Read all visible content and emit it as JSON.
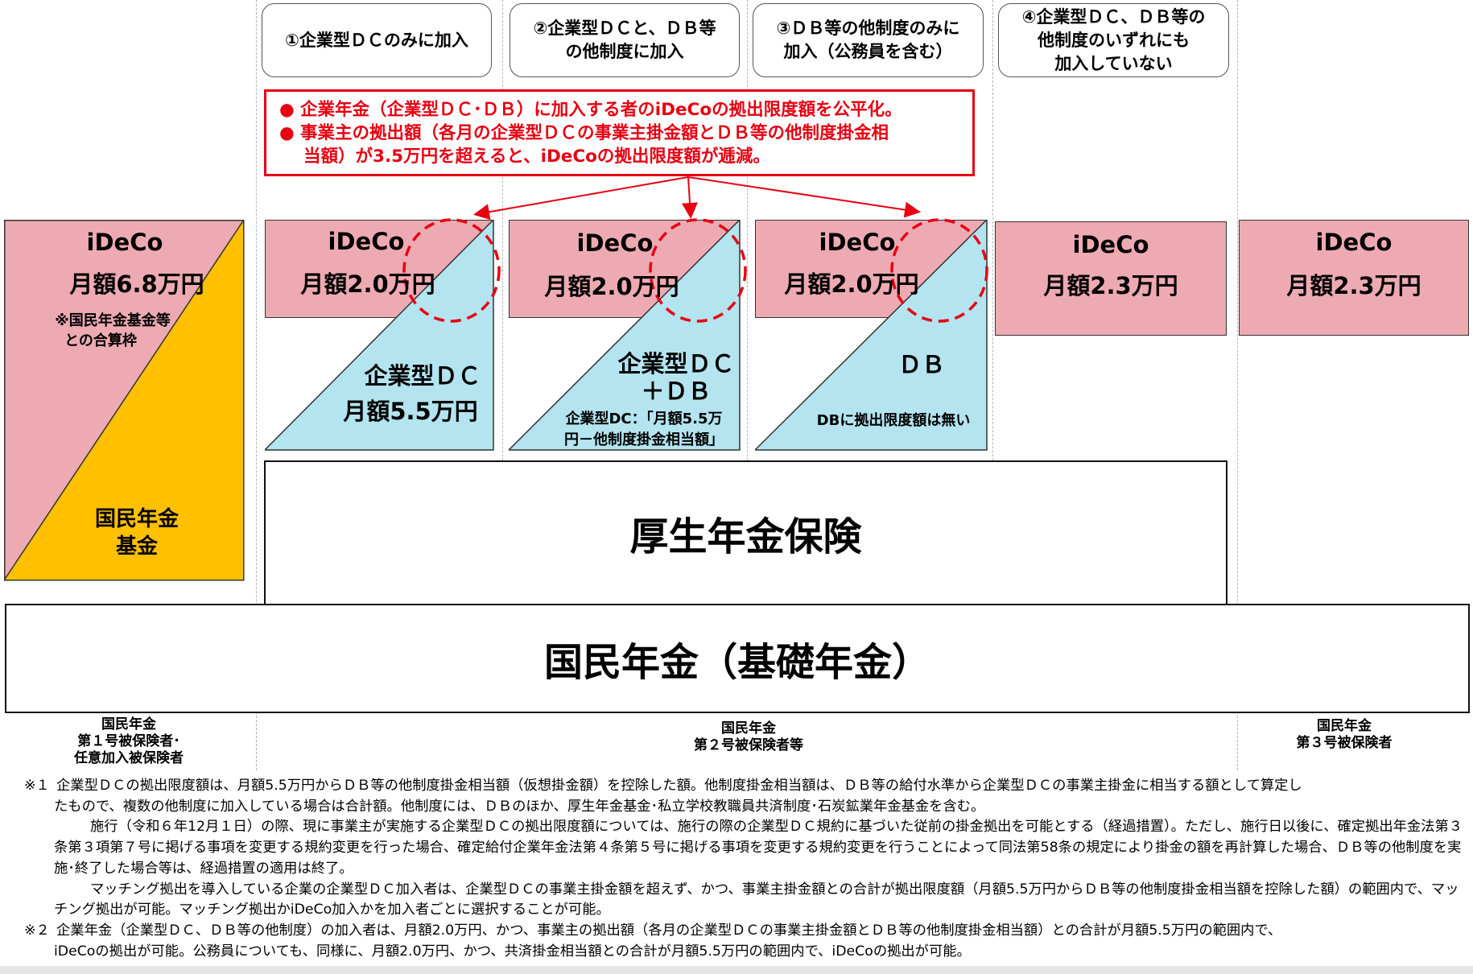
{
  "headers": [
    "①企業型ＤＣのみに加入",
    "②企業型ＤＣと、ＤＢ等\nの他制度に加入",
    "③ＤＢ等の他制度のみに\n加入（公務員を含む）",
    "④企業型ＤＣ、ＤＢ等の\n他制度のいずれにも\n加入していない"
  ],
  "notice": {
    "bullet": "●",
    "line1": "企業年金（企業型ＤＣ･ＤＢ）に加入する者のiDeCoの拠出限度額を公平化。",
    "line2": "事業主の拠出額（各月の企業型ＤＣの事業主掛金額とＤＢ等の他制度掛金相",
    "line3": "当額）が3.5万円を超えると、iDeCoの拠出限度額が逓減。"
  },
  "col1": {
    "ideco": "iDeCo",
    "amount": "月額6.8万円",
    "note_line1": "※国民年金基金等",
    "note_line2": "との合算枠",
    "fund_line1": "国民年金",
    "fund_line2": "基金"
  },
  "col_dc": {
    "ideco": "iDeCo",
    "amount": "月額2.0万円",
    "label": "企業型ＤＣ",
    "dc_amount": "月額5.5万円"
  },
  "col_dcdb": {
    "ideco": "iDeCo",
    "amount": "月額2.0万円",
    "label_line1": "企業型ＤＣ",
    "label_line2": "＋ＤＢ",
    "sub_line1": "企業型DC：「月額5.5万",
    "sub_line2": "円－他制度掛金相当額」"
  },
  "col_db": {
    "ideco": "iDeCo",
    "amount": "月額2.0万円",
    "label": "ＤＢ",
    "sub": "DBに拠出限度額は無い"
  },
  "col_none": {
    "ideco": "iDeCo",
    "amount": "月額2.3万円"
  },
  "col_cat3": {
    "ideco": "iDeCo",
    "amount": "月額2.3万円"
  },
  "kosei": "厚生年金保険",
  "kokumin": "国民年金（基礎年金）",
  "footer": {
    "cat1": "国民年金\n第１号被保険者･\n任意加入被保険者",
    "cat2": "国民年金\n第２号被保険者等",
    "cat3": "国民年金\n第３号被保険者"
  },
  "notes": {
    "mark1": "※１",
    "n1_l1": "企業型ＤＣの拠出限度額は、月額5.5万円からＤＢ等の他制度掛金相当額（仮想掛金額）を控除した額。他制度掛金相当額は、ＤＢ等の給付水準から企業型ＤＣの事業主掛金に相当する額として算定し",
    "n1_l2": "たもので、複数の他制度に加入している場合は合計額。他制度には、ＤＢのほか、厚生年金基金･私立学校教職員共済制度･石炭鉱業年金基金を含む。",
    "n1_p2": "施行（令和６年12月１日）の際、現に事業主が実施する企業型ＤＣの拠出限度額については、施行の際の企業型ＤＣ規約に基づいた従前の掛金拠出を可能とする（経過措置）。ただし、施行日以後に、確定拠出年金法第３条第３項第７号に掲げる事項を変更する規約変更を行った場合、確定給付企業年金法第４条第５号に掲げる事項を変更する規約変更を行うことによって同法第58条の規定により掛金の額を再計算した場合、ＤＢ等の他制度を実施･終了した場合等は、経過措置の適用は終了。",
    "n1_p3": "マッチング拠出を導入している企業の企業型ＤＣ加入者は、企業型ＤＣの事業主掛金額を超えず、かつ、事業主掛金額との合計が拠出限度額（月額5.5万円からＤＢ等の他制度掛金相当額を控除した額）の範囲内で、マッチング拠出が可能。マッチング拠出かiDeCo加入かを加入者ごとに選択することが可能。",
    "mark2": "※２",
    "n2_l1": "企業年金（企業型ＤＣ、ＤＢ等の他制度）の加入者は、月額2.0万円、かつ、事業主の拠出額（各月の企業型ＤＣの事業主掛金額とＤＢ等の他制度掛金相当額）との合計が月額5.5万円の範囲内で、",
    "n2_l2": "iDeCoの拠出が可能。公務員についても、同様に、月額2.0万円、かつ、共済掛金相当額との合計が月額5.5万円の範囲内で、iDeCoの拠出が可能。"
  },
  "colors": {
    "ideco_pink": "#eeaab2",
    "dc_blue": "#b3e4f0",
    "fund_yellow": "#ffc000",
    "accent_red": "#e60012"
  }
}
